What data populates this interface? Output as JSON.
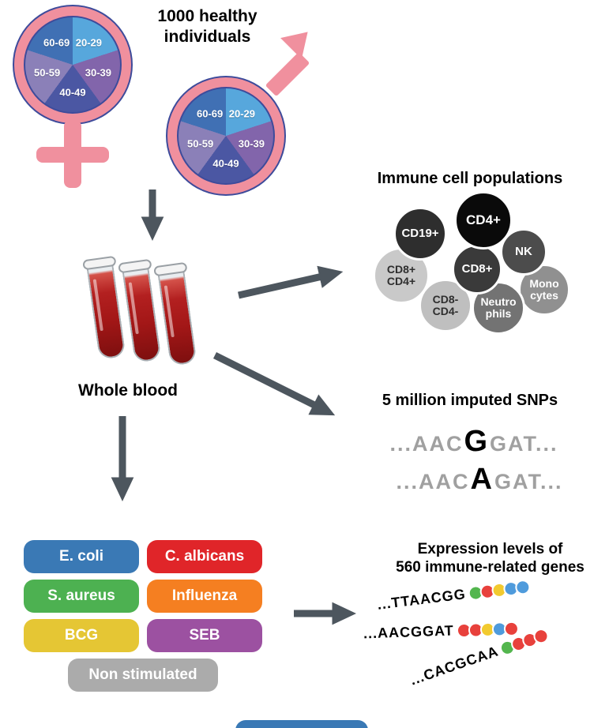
{
  "header": {
    "title_line1": "1000 healthy",
    "title_line2": "individuals"
  },
  "demographics": {
    "age_groups": [
      "20-29",
      "30-39",
      "40-49",
      "50-59",
      "60-69"
    ],
    "slice_colors": [
      "#57a7dc",
      "#8265ab",
      "#4b57a3",
      "#8b80b8",
      "#4070b4"
    ],
    "symbol_color": "#f0909e"
  },
  "whole_blood": {
    "label": "Whole blood"
  },
  "immune": {
    "title": "Immune cell populations",
    "cells": [
      {
        "label": "CD19+",
        "color": "#2e2e2e"
      },
      {
        "label": "CD4+",
        "color": "#0a0a0a"
      },
      {
        "label": "NK",
        "color": "#4c4c4c"
      },
      {
        "label": "CD8+",
        "color": "#3a3a3a"
      },
      {
        "label": "CD8+\nCD4+",
        "color": "#c9c9c9"
      },
      {
        "label": "Mono\ncytes",
        "color": "#909090"
      },
      {
        "label": "CD8-\nCD4-",
        "color": "#bfbfbf"
      },
      {
        "label": "Neutro\nphils",
        "color": "#737373"
      }
    ]
  },
  "snps": {
    "title": "5 million imputed SNPs",
    "sequences": [
      {
        "pre": "...AAC",
        "variant": "G",
        "post": "GAT..."
      },
      {
        "pre": "...AAC",
        "variant": "A",
        "post": "GAT..."
      }
    ]
  },
  "stimuli": {
    "items": [
      {
        "label": "E. coli",
        "color": "#3a79b5"
      },
      {
        "label": "C. albicans",
        "color": "#e02529"
      },
      {
        "label": "S. aureus",
        "color": "#4db151"
      },
      {
        "label": "Influenza",
        "color": "#f57f21"
      },
      {
        "label": "BCG",
        "color": "#e5c634"
      },
      {
        "label": "SEB",
        "color": "#9c51a1"
      },
      {
        "label": "Non stimulated",
        "color": "#ababab"
      }
    ],
    "partial_color": "#3a79b5"
  },
  "expression": {
    "title_line1": "Expression levels of",
    "title_line2": "560 immune-related genes",
    "rows": [
      {
        "sequence": "...TTAACGG",
        "dots": [
          "#53b64e",
          "#e8413c",
          "#f2ca2f",
          "#4f9bdc",
          "#4f9bdc"
        ]
      },
      {
        "sequence": "...AACGGAT",
        "dots": [
          "#e8413c",
          "#e8413c",
          "#f2ca2f",
          "#4f9bdc",
          "#e8413c"
        ]
      },
      {
        "sequence": "...CACGCAA",
        "dots": [
          "#53b64e",
          "#e8413c",
          "#e8413c",
          "#e8413c"
        ]
      }
    ]
  }
}
